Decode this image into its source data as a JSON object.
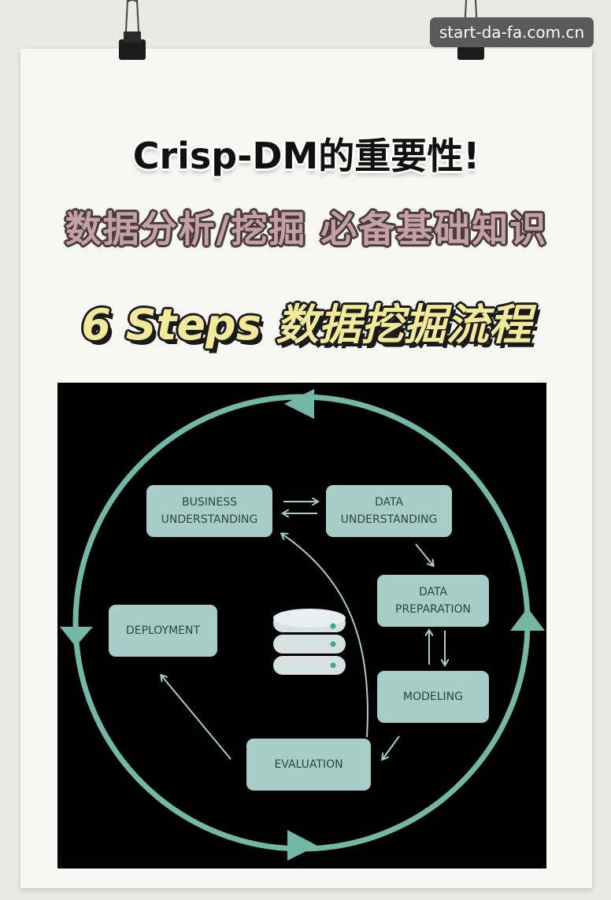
{
  "watermark": "start-da-fa.com.cn",
  "titles": {
    "line1": "Crisp-DM的重要性!",
    "line2": "数据分析/挖掘 必备基础知识",
    "line3": "6 Steps 数据挖掘流程"
  },
  "diagram": {
    "steps": {
      "business_understanding": "BUSINESS\nUNDERSTANDING",
      "data_understanding": "DATA\nUNDERSTANDING",
      "data_preparation": "DATA\nPREPARATION",
      "modeling": "MODELING",
      "evaluation": "EVALUATION",
      "deployment": "DEPLOYMENT"
    },
    "colors": {
      "background": "#000000",
      "cycle": "#73b7a6",
      "box": "#a7cdc9",
      "box_text": "#2d4442",
      "arrow": "#a7cdc9"
    },
    "icons": [
      "database-icon"
    ]
  }
}
